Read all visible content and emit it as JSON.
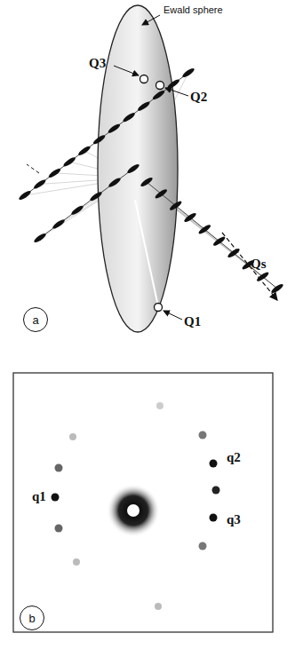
{
  "diagram": {
    "nodes": [
      {
        "text": [
          "a"
        ]
      },
      {
        "text": [
          "b"
        ]
      }
    ],
    "labels": [
      "Ewald sphere",
      "Q3",
      "Q2",
      "Q1",
      "Qs",
      "q1",
      "q2",
      "q3"
    ]
  }
}
